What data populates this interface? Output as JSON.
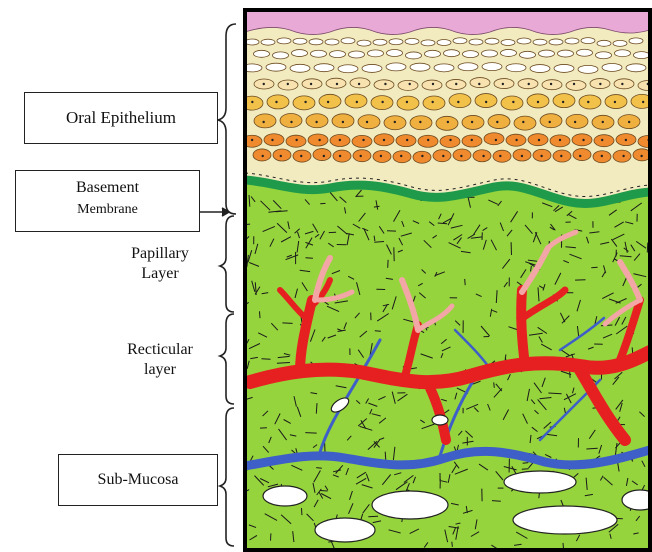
{
  "labels": {
    "oral_epithelium": "Oral Epithelium",
    "basement_line1": "Basement",
    "basement_line2": "Membrane",
    "papillary_line1": "Papillary",
    "papillary_line2": "Layer",
    "recticular_line1": "Recticular",
    "recticular_line2": "layer",
    "sub_mucosa": "Sub-Mucosa"
  },
  "colors": {
    "keratin": "#e9a9d6",
    "epithelium_upper": "#f5efc8",
    "epithelium_lower": "#f2e7b8",
    "cell_orange": "#f08a2e",
    "cell_yellow": "#f2c14a",
    "basement_band": "#1f9a4a",
    "connective_tissue": "#95d43c",
    "artery": "#e62020",
    "capillary_pink": "#f2a6a6",
    "vein": "#3f5fc8",
    "fat_cell": "#ffffff"
  }
}
